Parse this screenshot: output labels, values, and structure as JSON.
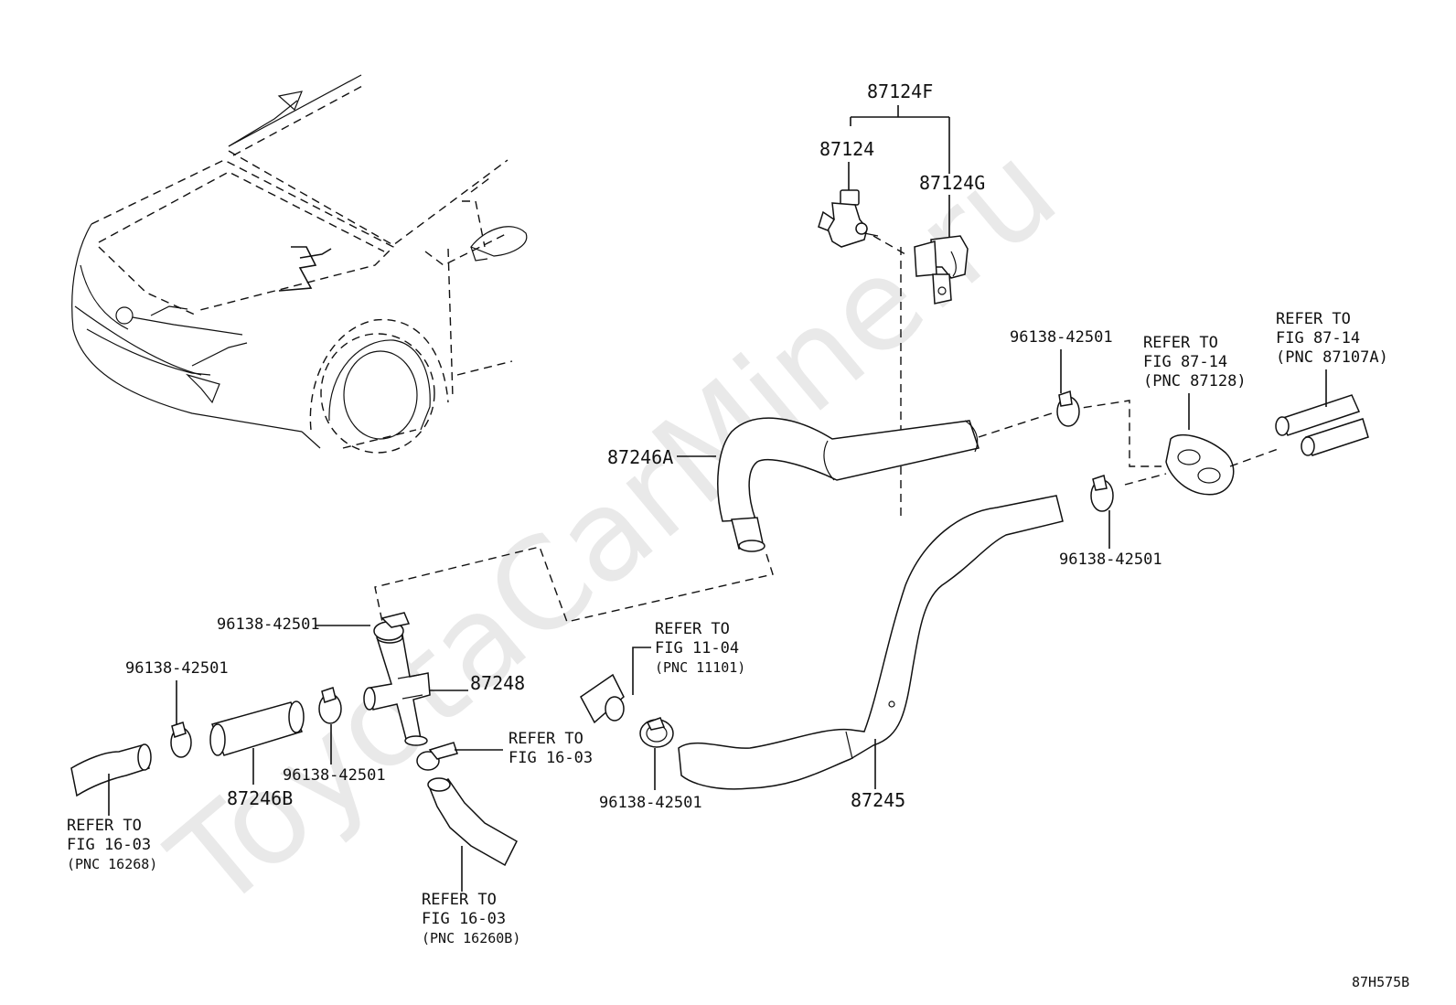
{
  "watermark": "ToyotaCarMine.ru",
  "figure_code": "87H575B",
  "labels": {
    "p87124F": "87124F",
    "p87124": "87124",
    "p87124G": "87124G",
    "p87246A": "87246A",
    "p87248": "87248",
    "p87246B": "87246B",
    "p87245": "87245",
    "clamp": "96138-42501"
  },
  "refs": {
    "fig87_14_a": {
      "line1": "REFER TO",
      "line2": "FIG 87-14",
      "line3": "(PNC 87128)"
    },
    "fig87_14_b": {
      "line1": "REFER TO",
      "line2": "FIG 87-14",
      "line3": "(PNC 87107A)"
    },
    "fig11_04": {
      "line1": "REFER TO",
      "line2": "FIG 11-04",
      "line3": "(PNC 11101)"
    },
    "fig16_03_mid": {
      "line1": "REFER TO",
      "line2": "FIG 16-03"
    },
    "fig16_03_left": {
      "line1": "REFER TO",
      "line2": "FIG 16-03",
      "line3": "(PNC 16268)"
    },
    "fig16_03_bottom": {
      "line1": "REFER TO",
      "line2": "FIG 16-03",
      "line3": "(PNC 16260B)"
    }
  }
}
